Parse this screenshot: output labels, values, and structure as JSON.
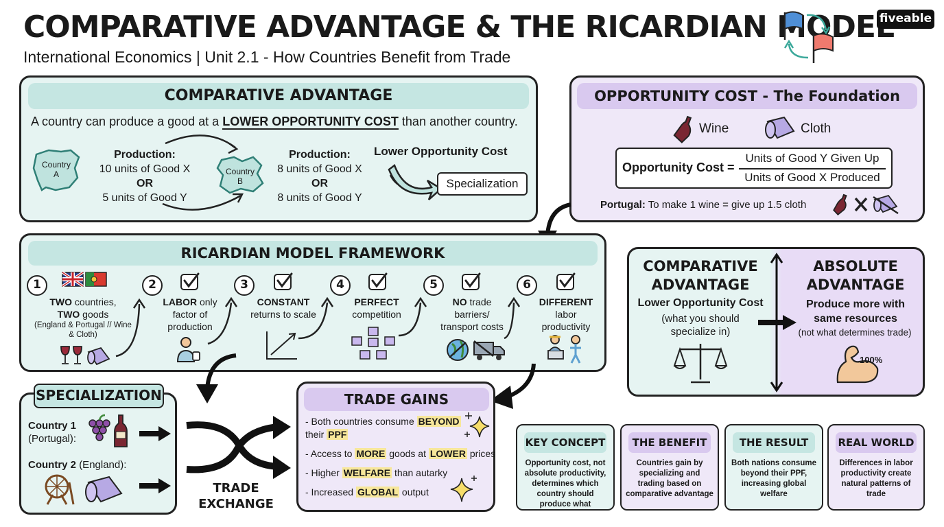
{
  "header": {
    "title": "COMPARATIVE ADVANTAGE & THE RICARDIAN MODEL",
    "subtitle": "International Economics | Unit 2.1 - How Countries Benefit from Trade",
    "logo": "fiveable"
  },
  "comparative": {
    "title": "COMPARATIVE ADVANTAGE",
    "def_pre": "A country can produce a good at a",
    "def_hl": "LOWER OPPORTUNITY COST",
    "def_post": "than another country.",
    "country_a": {
      "line1": "Country",
      "line2": "A",
      "prod_label": "Production:",
      "units_x": "10 units of Good X",
      "or": "OR",
      "units_y": "5 units of Good Y"
    },
    "country_b": {
      "line1": "Country",
      "line2": "B",
      "prod_label": "Production:",
      "units_x": "8 units of Good X",
      "or": "OR",
      "units_y": "8 units of Good Y"
    },
    "lower_cost": "Lower Opportunity Cost",
    "specialization": "Specialization"
  },
  "opportunity": {
    "title": "OPPORTUNITY COST - The Foundation",
    "wine": "Wine",
    "cloth": "Cloth",
    "formula_label": "Opportunity Cost =",
    "numerator": "Units of Good Y Given Up",
    "denominator": "Units of Good X Produced",
    "example_bold": "Portugal:",
    "example_text": "To make 1 wine = give up 1.5 cloth"
  },
  "ricardian": {
    "title": "RICARDIAN MODEL FRAMEWORK",
    "steps": [
      {
        "num": "1",
        "b1": "TWO",
        "t1": " countries,",
        "b2": "TWO",
        "t2": " goods",
        "small": "(England & Portugal // Wine & Cloth)"
      },
      {
        "num": "2",
        "b1": "LABOR",
        "t1": " only",
        "t2": "factor of",
        "t3": "production"
      },
      {
        "num": "3",
        "b1": "CONSTANT",
        "t2": "returns to scale"
      },
      {
        "num": "4",
        "b1": "PERFECT",
        "t2": "competition"
      },
      {
        "num": "5",
        "b1": "NO",
        "t1": " trade",
        "t2": "barriers/",
        "t3": "transport costs"
      },
      {
        "num": "6",
        "b1": "DIFFERENT",
        "t2": "labor",
        "t3": "productivity"
      }
    ]
  },
  "versus": {
    "comp_title_1": "COMPARATIVE",
    "comp_title_2": "ADVANTAGE",
    "comp_sub": "Lower Opportunity Cost",
    "comp_note_1": "(what you should",
    "comp_note_2": "specialize in)",
    "abs_title_1": "ABSOLUTE",
    "abs_title_2": "ADVANTAGE",
    "abs_sub_1": "Produce more with",
    "abs_sub_2": "same resources",
    "abs_note": "(not what determines trade)",
    "badge": "100%"
  },
  "specialization": {
    "title": "SPECIALIZATION",
    "c1_bold": "Country 1",
    "c1_sub": "(Portugal):",
    "c2_bold": "Country 2",
    "c2_sub": "(England):",
    "trade_1": "TRADE",
    "trade_2": "EXCHANGE"
  },
  "gains": {
    "title": "TRADE GAINS",
    "items": [
      {
        "pre": "- Both countries consume ",
        "hl": "BEYOND",
        "post": "",
        "l2pre": "their ",
        "l2b": "PPF"
      },
      {
        "pre": "- Access to ",
        "hl": "MORE",
        "mid": " goods at ",
        "hl2": "LOWER",
        "post": " prices"
      },
      {
        "pre": "- Higher ",
        "hl": "WELFARE",
        "post": " than autarky"
      },
      {
        "pre": "- Increased ",
        "hl": "GLOBAL",
        "post": " output"
      }
    ]
  },
  "cards": [
    {
      "title": "KEY CONCEPT",
      "body": "Opportunity cost, not absolute productivity, determines which country should produce what"
    },
    {
      "title": "THE BENEFIT",
      "body": "Countries gain by specializing and trading based on comparative advantage"
    },
    {
      "title": "THE RESULT",
      "body": "Both nations consume beyond their PPF, increasing global welfare"
    },
    {
      "title": "REAL WORLD",
      "body": "Differences in labor productivity create natural patterns of trade"
    }
  ],
  "colors": {
    "teal_bg": "#e6f4f2",
    "teal_hdr": "#c5e6e2",
    "lav_bg": "#efe8f8",
    "lav_hdr": "#d9c9ef",
    "highlight": "#f7e79a"
  }
}
